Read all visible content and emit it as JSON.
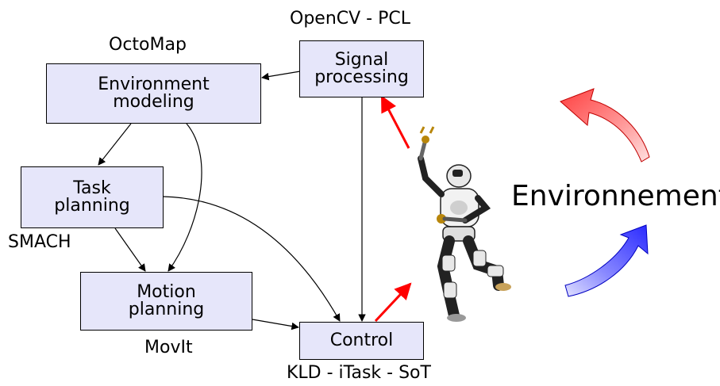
{
  "boxes": {
    "signal_processing": "Signal\nprocessing",
    "environment_modeling": "Environment\nmodeling",
    "task_planning": "Task\nplanning",
    "motion_planning": "Motion\nplanning",
    "control": "Control"
  },
  "labels": {
    "opencv_pcl": "OpenCV - PCL",
    "octomap": "OctoMap",
    "smach": "SMACH",
    "moveit": "MovIt",
    "kld_itask_sot": "KLD - iTask - SoT"
  },
  "environment_label": "Environnement",
  "colors": {
    "box_fill": "#e6e6fa",
    "feedback_arrow": "#ff0000",
    "arc_top": "#ff2020",
    "arc_bottom": "#2020ff"
  },
  "icons": [
    "robot-figure-icon",
    "red-curved-arrow-icon",
    "blue-curved-arrow-icon"
  ]
}
